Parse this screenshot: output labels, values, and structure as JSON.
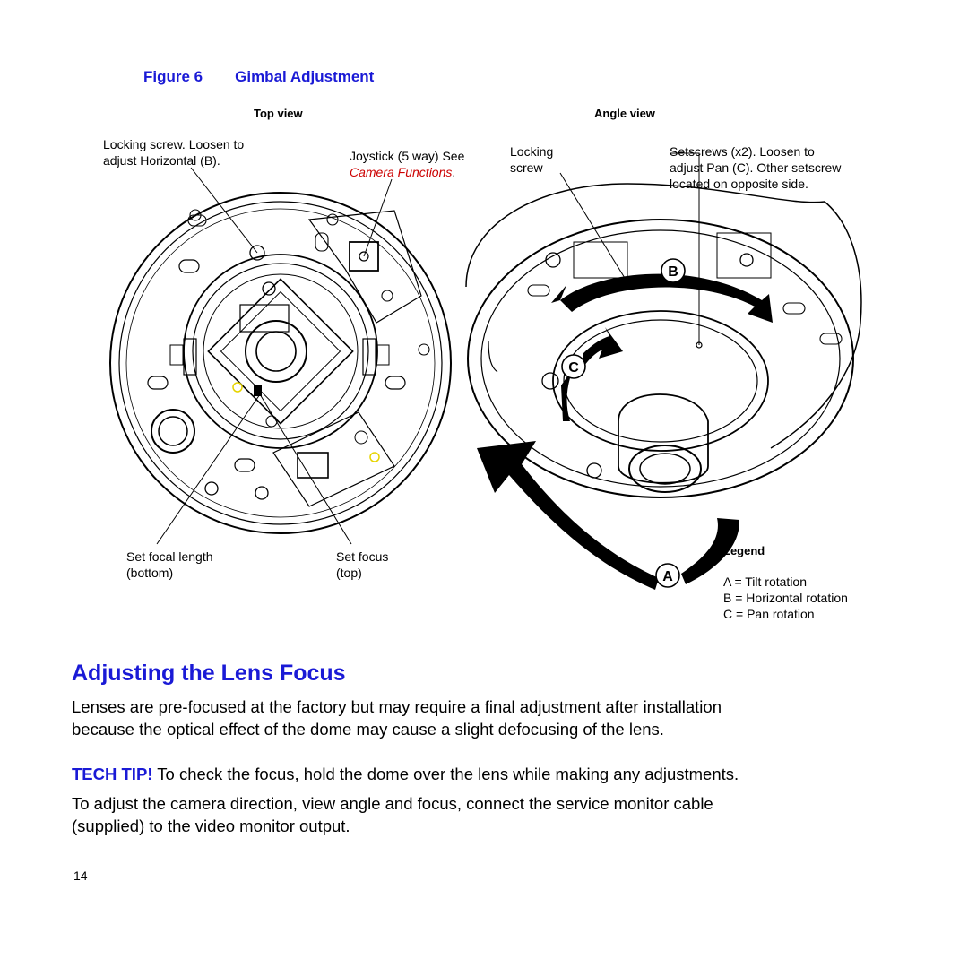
{
  "figure": {
    "number": "Figure 6",
    "title": "Gimbal Adjustment",
    "top_view": {
      "label": "Top view",
      "callouts": {
        "locking_screw_1": "Locking screw. Loosen to",
        "locking_screw_2": "adjust Horizontal (B).",
        "joystick_1": "Joystick (5 way) See",
        "joystick_link": "Camera Functions",
        "joystick_end": ".",
        "focal_1": "Set focal length",
        "focal_2": "(bottom)",
        "focus_1": "Set focus",
        "focus_2": "(top)"
      }
    },
    "angle_view": {
      "label": "Angle view",
      "callouts": {
        "locking_1": "Locking",
        "locking_2": "screw",
        "setscrews_1": "Setscrews (x2). Loosen to",
        "setscrews_2": "adjust Pan (C). Other setscrew",
        "setscrews_3": "located on opposite side."
      },
      "markers": {
        "a": "A",
        "b": "B",
        "c": "C"
      }
    },
    "legend": {
      "title": "Legend",
      "items": [
        "A = Tilt rotation",
        "B = Horizontal rotation",
        "C = Pan rotation"
      ]
    }
  },
  "section": {
    "heading": "Adjusting the Lens Focus",
    "para1_line1": "Lenses are pre-focused at the factory but may require a final adjustment after installation",
    "para1_line2": "because the optical effect of the dome may cause a slight defocusing of the lens.",
    "tip_label": "TECH TIP!",
    "tip_text": " To check the focus, hold the dome over the lens while making any adjustments.",
    "para3_line1": "To adjust the camera direction, view angle and focus, connect the service monitor cable",
    "para3_line2": "(supplied) to the video monitor output."
  },
  "footer": {
    "page_number": "14"
  },
  "colors": {
    "heading_blue": "#1a1ad6",
    "link_red": "#cc0000"
  }
}
